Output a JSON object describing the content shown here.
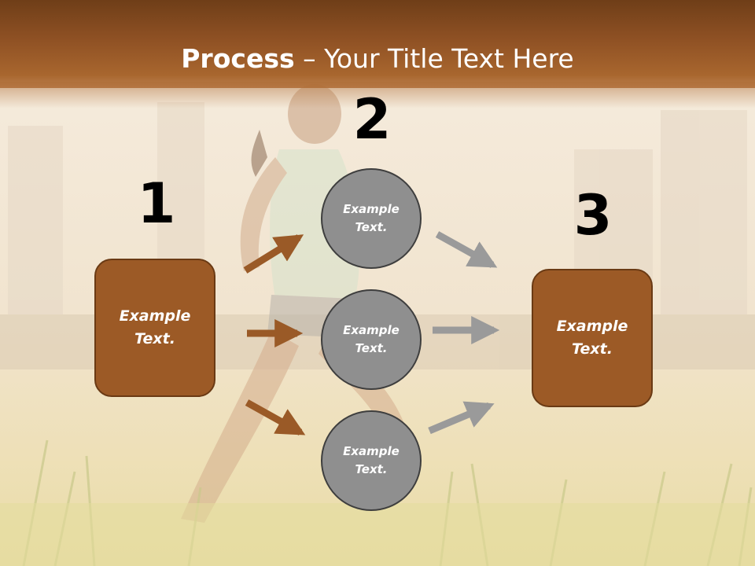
{
  "title": {
    "bold": "Process",
    "rest": " – Your Title Text Here"
  },
  "steps": [
    {
      "number": "1",
      "text": "Example Text."
    },
    {
      "number": "2",
      "items": [
        "Example Text.",
        "Example Text.",
        "Example Text."
      ]
    },
    {
      "number": "3",
      "text": "Example Text."
    }
  ],
  "colors": {
    "accent": "#9c5a26",
    "circle": "#8f8f8f",
    "arrow_brown": "#9a5a27",
    "arrow_gray": "#9a9a9a"
  }
}
